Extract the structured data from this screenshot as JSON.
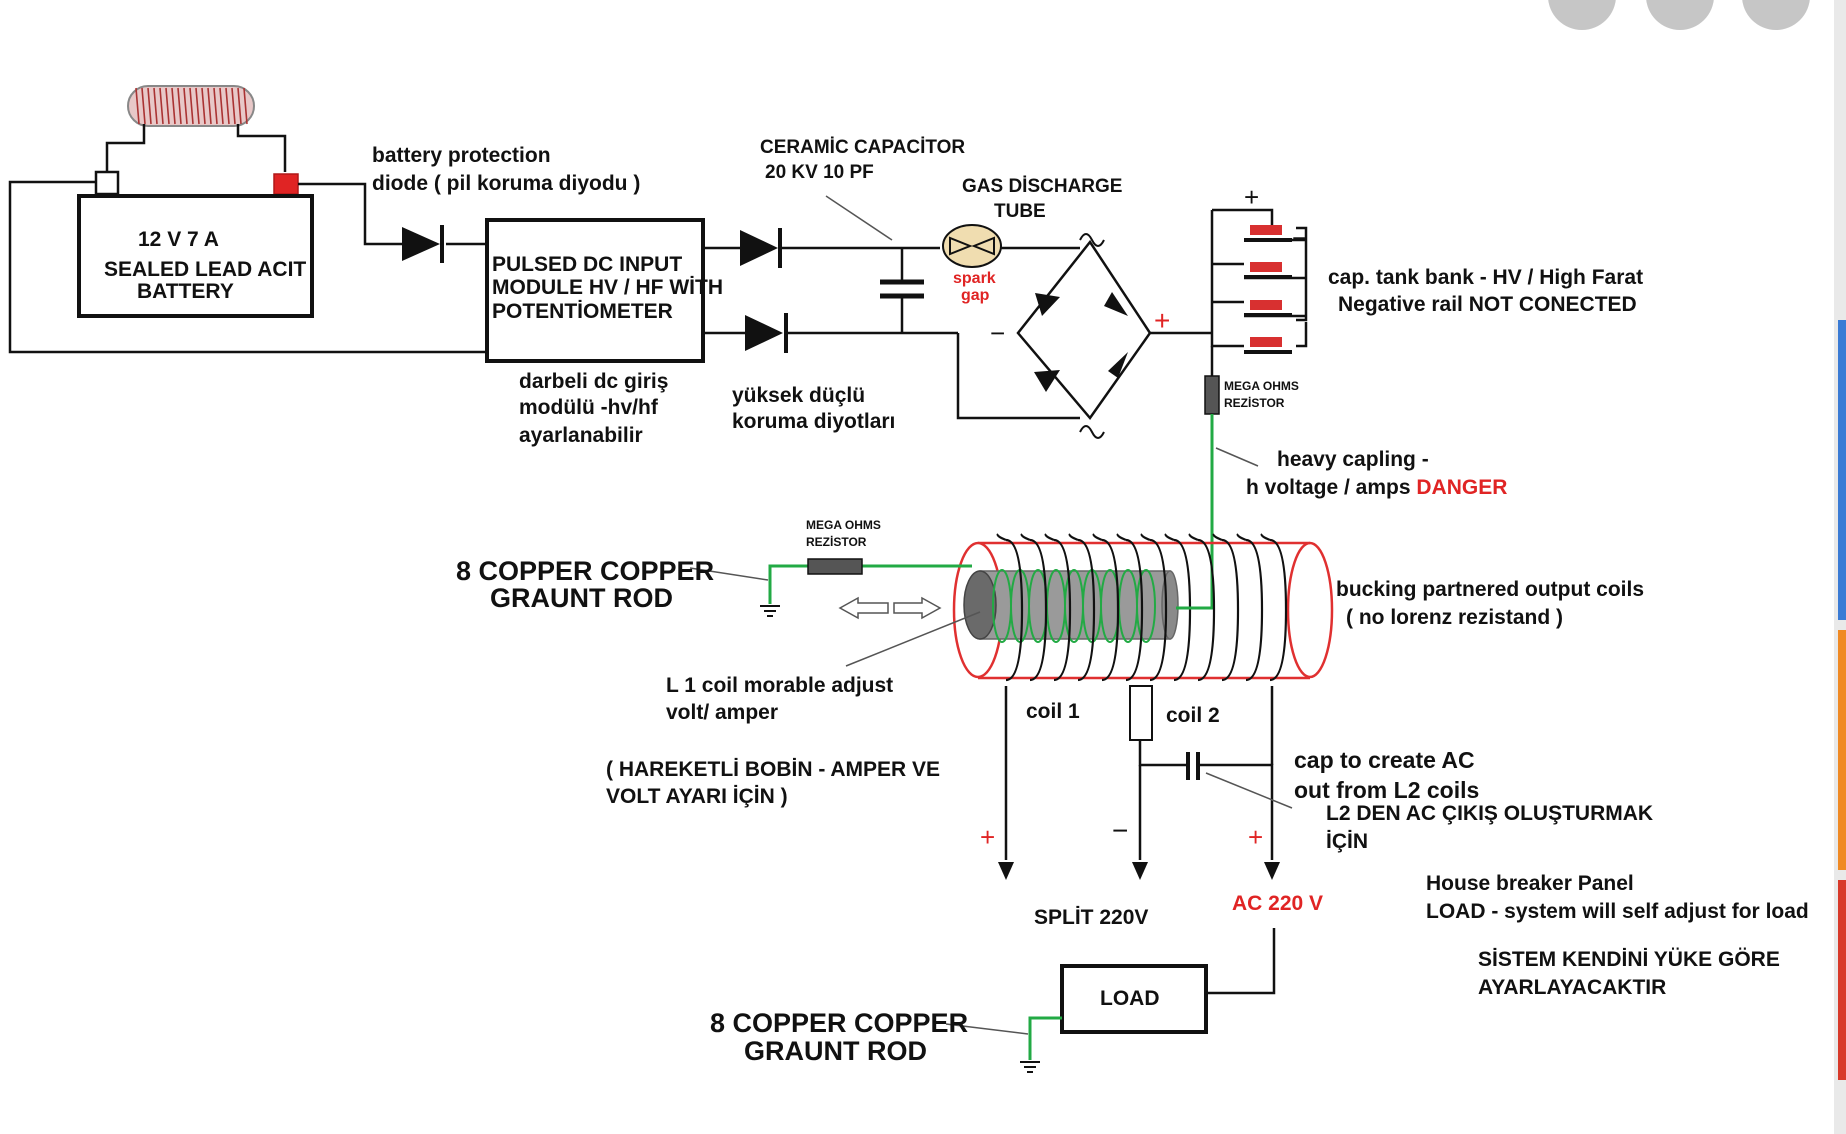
{
  "labels": {
    "battery_l1": "12 V    7 A",
    "battery_l2": "SEALED LEAD ACIT",
    "battery_l3": "BATTERY",
    "diode_l1": "battery protection",
    "diode_l2": "diode  ( pil koruma diyodu )",
    "module_l1": "PULSED DC INPUT",
    "module_l2": " MODULE HV / HF WİTH",
    "module_l3": "POTENTİOMETER",
    "module_tr_l1": "darbeli dc giriş",
    "module_tr_l2": "modülü -hv/hf",
    "module_tr_l3": "ayarlanabilir",
    "protect_tr_l1": "yüksek düçlü",
    "protect_tr_l2": "koruma diyotları",
    "cap_l1": "CERAMİC CAPACİTOR",
    "cap_l2": "20 KV  10 PF",
    "gas_l1": "GAS DİSCHARGE",
    "gas_l2": "TUBE",
    "spark_l1": "spark",
    "spark_l2": "gap",
    "bridge_plus": "+",
    "bridge_minus": "−",
    "tank_plus": "+",
    "tank_minus": "−",
    "tank_l1": "cap. tank bank - HV / High Farat",
    "tank_l2": "Negative rail NOT CONECTED",
    "mega1_l1": "MEGA OHMS",
    "mega1_l2": "REZİSTOR",
    "heavy_l1": "heavy capling -",
    "heavy_l2": "h voltage / amps ",
    "danger": "DANGER",
    "mega2_l1": "MEGA OHMS",
    "mega2_l2": "REZİSTOR",
    "rod1_l1": "8 COPPER COPPER",
    "rod1_l2": "GRAUNT ROD",
    "bucking_l1": "bucking partnered output coils",
    "bucking_l2": "( no lorenz rezistand )",
    "l1_l1": "L 1  coil morable adjust",
    "l1_l2": "volt/ amper",
    "hareket_l1": "( HAREKETLİ BOBİN - AMPER VE",
    "hareket_l2": "VOLT AYARI İÇİN )",
    "coil1": "coil 1",
    "coil2": "coil 2",
    "capac_l1": "cap to create AC",
    "capac_l2": "out from  L2 coils",
    "l2den_l1": "L2 DEN AC ÇIKIŞ OLUŞTURMAK",
    "l2den_l2": "İÇİN",
    "out_plus1": "+",
    "out_minus": "−",
    "out_plus2": "+",
    "split": "SPLİT 220V",
    "ac220": "AC 220 V",
    "house_l1": "House breaker Panel",
    "house_l2": "LOAD - system will self adjust for load",
    "sistem_l1": "SİSTEM KENDİNİ YÜKE GÖRE",
    "sistem_l2": "AYARLAYACAKTIR",
    "load": "LOAD",
    "rod2_l1": "8 COPPER COPPER",
    "rod2_l2": "GRAUNT ROD"
  },
  "colors": {
    "wire": "#111111",
    "ground_wire": "#22aa44",
    "warning_text": "#e02424",
    "coil_outline": "#e03030",
    "terminal_positive": "#e02424",
    "cap_plate": "#d83030",
    "resistor": "#555555"
  },
  "icons": [
    "diode-icon",
    "capacitor-icon",
    "spark-gap-icon",
    "bridge-rectifier-icon",
    "ground-icon",
    "arrow-down-icon",
    "double-arrow-icon",
    "resistor-icon",
    "coil-icon"
  ]
}
